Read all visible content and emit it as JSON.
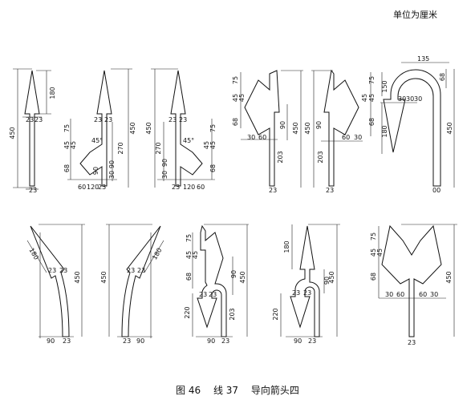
{
  "unit_note": "单位为厘米",
  "caption": {
    "figure": "图 46",
    "line": "线 37",
    "title": "导向箭头四"
  },
  "dims": {
    "straight": {
      "total": "450",
      "head": "180",
      "w1": "23",
      "w2": "23",
      "stem": "23"
    },
    "left_turn": {
      "h75": "75",
      "h45a": "45",
      "h45b": "45",
      "h68": "68",
      "angle": "45°",
      "h270": "270",
      "h90a": "90",
      "h90b": "90",
      "h30": "30",
      "w60": "60",
      "w120": "120",
      "w23": "23",
      "w23b": "23",
      "w23c": "23",
      "total": "450"
    },
    "right_turn": {
      "total": "450",
      "h270": "270",
      "h75": "75",
      "h45a": "45",
      "h45b": "45",
      "h68": "68",
      "angle": "45°",
      "h30": "30",
      "h90": "90",
      "w23": "23",
      "w120": "120",
      "w60": "60",
      "w23b": "23",
      "w23c": "23"
    },
    "left_straight": {
      "h75": "75",
      "h45a": "45",
      "h45b": "45",
      "h68": "68",
      "h90": "90",
      "h450": "450",
      "h203": "203",
      "w30": "30",
      "w60": "60",
      "w23": "23"
    },
    "right_straight": {
      "h75": "75",
      "h45a": "45",
      "h45b": "45",
      "h68": "68",
      "h90": "90",
      "h450": "450",
      "h203": "203",
      "w60": "60",
      "w30": "30",
      "w23": "23"
    },
    "uturn": {
      "w135": "135",
      "h68": "68",
      "h150": "150",
      "w30a": "30",
      "w30b": "30",
      "w30c": "30",
      "h180": "180",
      "h450": "450",
      "w00": "00"
    },
    "curve_left": {
      "h180": "180",
      "w23a": "23",
      "w23b": "23",
      "h450": "450",
      "w90": "90",
      "w23": "23"
    },
    "curve_right": {
      "h450": "450",
      "h180": "180",
      "w23a": "23",
      "w23b": "23",
      "w23": "23",
      "w90": "90"
    },
    "left_uturn": {
      "h75": "75",
      "h45a": "45",
      "h45b": "45",
      "h68": "68",
      "h90": "90",
      "h450": "450",
      "h203": "203",
      "h220": "220",
      "w23a": "23",
      "w23b": "23",
      "w90": "90",
      "w23": "23"
    },
    "straight_uturn": {
      "h180": "180",
      "h90": "90",
      "h450": "450",
      "h220": "220",
      "w23a": "23",
      "w23b": "23",
      "w90": "90",
      "w23": "23"
    },
    "double_turn": {
      "h75": "75",
      "h45a": "45",
      "h45b": "45",
      "h68": "68",
      "h450": "450",
      "w30a": "30",
      "w60a": "60",
      "w60b": "60",
      "w30b": "30",
      "w23": "23"
    }
  }
}
